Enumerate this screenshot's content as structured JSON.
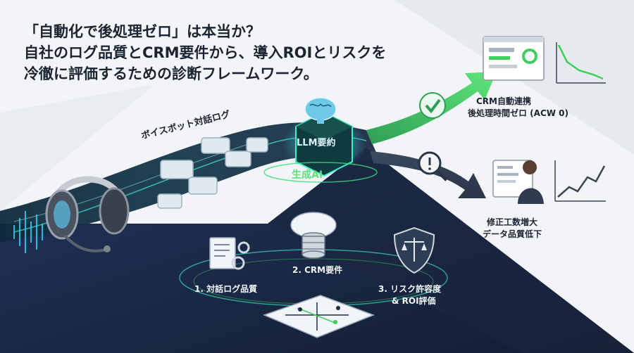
{
  "headline": {
    "line1": "「自動化で後処理ゼロ」は本当か？",
    "line2": "自社のログ品質とCRM要件から、導入ROIとリスクを",
    "line3": "冷徹に評価するための診断フレームワーク。"
  },
  "left": {
    "voicebot_label": "ボイスボット対話ログ",
    "headset_icon": "headset-icon"
  },
  "center": {
    "llm_label": "LLM要約",
    "gen_ai_label": "生成AI",
    "brain_icon": "brain-icon"
  },
  "outcomes": {
    "success_line1": "CRM自動連携",
    "success_line2": "後処理時間ゼロ (ACW 0)",
    "failure_line1": "修正工数増大",
    "failure_line2": "データ品質低下",
    "check_icon": "check-icon",
    "warning_icon": "exclamation-magnifier-icon"
  },
  "steps": {
    "step1": "1. 対話ログ品質",
    "step2": "2. CRM要件",
    "step3_line1": "3. リスク許容度",
    "step3_line2": "& ROI評価",
    "doc_icon": "document-gear-icon",
    "db_icon": "cloud-database-icon",
    "shield_icon": "shield-scale-icon",
    "matrix_icon": "decision-matrix-icon"
  },
  "colors": {
    "dark_navy": "#1d2b45",
    "accent_green": "#3fce5c",
    "accent_teal": "#2fd3c6",
    "text_dark": "#1b2431"
  }
}
